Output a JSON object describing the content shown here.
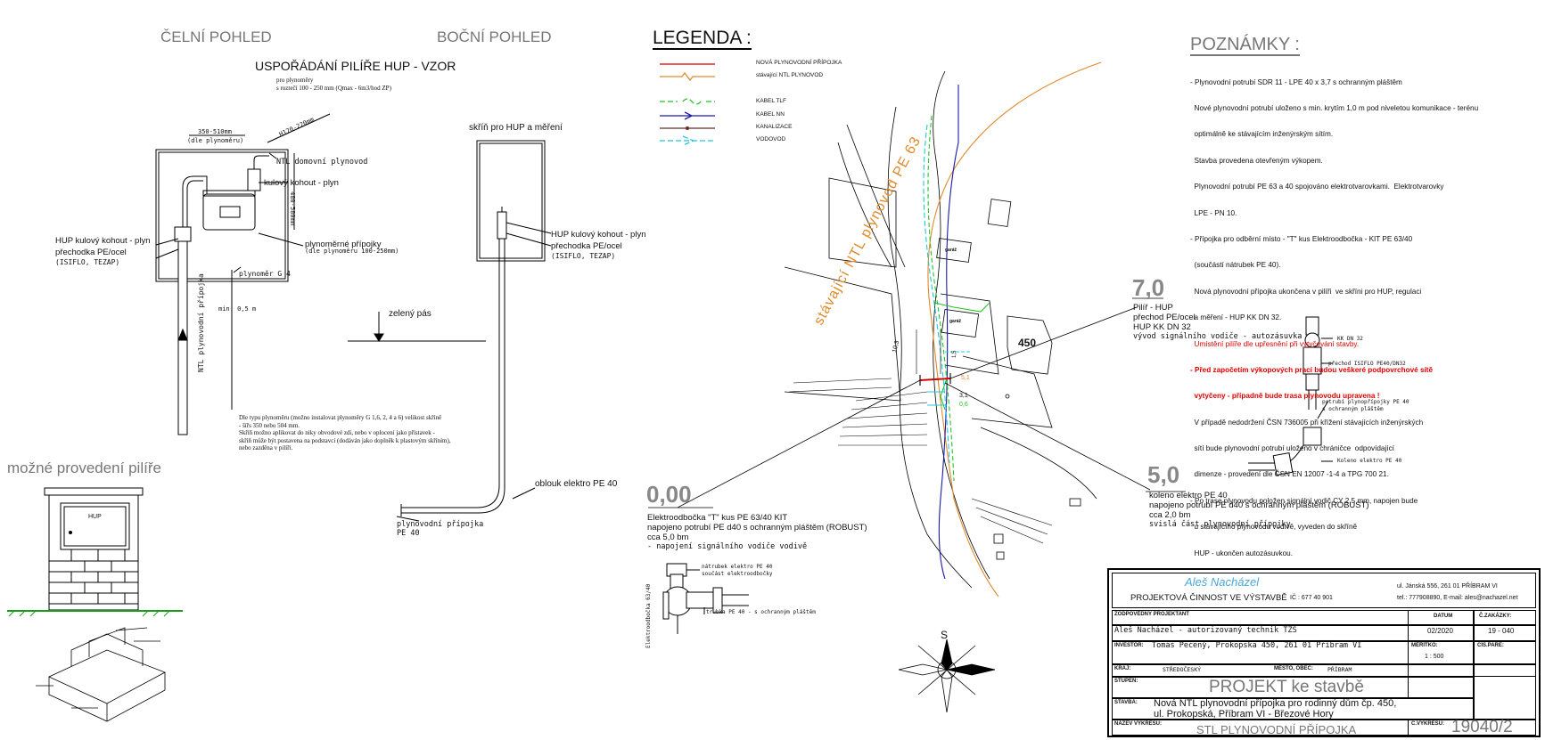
{
  "views": {
    "front": "ČELNÍ POHLED",
    "side": "BOČNÍ POHLED",
    "pillar_title": "USPOŘÁDÁNÍ PILÍŘE HUP - VZOR",
    "pillar_sub": [
      "pro plynoměry",
      "s roztečí 100 - 250 mm (Qmax - 6m3/hod ZP)"
    ],
    "cabinet": "skříň pro HUP a měření",
    "dim_width": [
      "350-510mm",
      "(dle plynoměru)"
    ],
    "dim_h": "H170-220mm",
    "dim_v": "480-580mm",
    "ntl_domovni": "NTL domovní plynovod",
    "kulovy": "kulový kohout - plyn",
    "hup_kulovy": "HUP kulový kohout - plyn",
    "prechodka": "přechodka PE/ocel",
    "isiflo": "(ISIFLO, TEZAP)",
    "pripojky": [
      "plynoměrné přípojky",
      "(dle plynoměru 100-250mm)"
    ],
    "plynomer": "plynoměr G 4",
    "min": "min. 0,5 m",
    "ntl_vert": "NTL plynovodní přípojka",
    "side_hup": "HUP kulový kohout - plyn",
    "side_prech": "přechodka PE/ocel",
    "side_isiflo": "(ISIFLO, TEZAP)",
    "zeleny": "zelený pás",
    "oblouk": "oblouk elektro PE 40",
    "plyn_prip": [
      "plynovodní přípojka",
      "PE 40"
    ],
    "note_small": [
      "Dle typu plynoměru (možno instalovat plynoměry G 1,6, 2, 4 a 6) velikost skříně",
      "- šířs 350 nebo 504 mm.",
      "Skříň možno aplikovat do niky obvodové zdi, nebo v oplocení jako přístavek -",
      "skříň může být postavena na podstavci (dodáván jako doplněk k plastovým skříním),",
      "nebo zazděna v pilíři."
    ],
    "mozne": "možné provedení pilíře",
    "hup_label": "HUP"
  },
  "legend": {
    "title": "LEGENDA :",
    "items": [
      {
        "label": "NOVÁ PLYNOVODNÍ PŘÍPOJKA",
        "color": "#d40000"
      },
      {
        "label": "stávající NTL PLYNOVOD",
        "color": "#e08a2a"
      },
      {
        "label": "KABEL TLF",
        "color": "#22c322"
      },
      {
        "label": "KABEL NN",
        "color": "#1a1aa8"
      },
      {
        "label": "KANALIZACE",
        "color": "#6b2a2a"
      },
      {
        "label": "VODOVOD",
        "color": "#22c8d8"
      }
    ]
  },
  "map": {
    "pipeline_label": "stávající NTL plynovod PE 63",
    "garaz1": "garáž",
    "garaz2": "garáž",
    "house": "450",
    "d1": "10,3",
    "d2": "1,5",
    "d3": "5,1",
    "d4": "3,1",
    "d5": "0,6"
  },
  "callouts": {
    "c0_value": "0,00",
    "c0_lines": [
      "Elektroodbočka \"T\" kus PE 63/40 KIT",
      "napojeno potrubí PE d40 s ochranným pláštěm (ROBUST)",
      "cca 5,0 bm",
      "- napojení signálního vodiče vodivě"
    ],
    "c7_value": "7,0",
    "c7_lines": [
      "Pilíř - HUP",
      "přechod PE/ocel",
      "HUP KK DN 32",
      "vývod signálního vodiče - autozásuvka"
    ],
    "c5_value": "5,0",
    "c5_lines": [
      "koleno elektro PE 40",
      "napojeno potrubí PE d40 s ochranným pláštěm (ROBUST)",
      "cca 2,0 bm",
      "svislá část plynovodní přípojky"
    ],
    "det_natrubek": [
      "nátrubek elektro PE 40",
      "součást elektroodbočky"
    ],
    "det_trubka": "trubka PE 40 - s ochranným pláštěm",
    "det_vert": "Elektroodbočka 63/40",
    "det_kk": "KK DN 32",
    "det_prechod": "přechod ISIFLO PE40/DN32",
    "det_potrubi": [
      "potrubí plynopřípojky PE 40",
      "s ochranným pláštěm"
    ],
    "det_koleno": "Koleno elektro PE 40"
  },
  "notes": {
    "title": "POZNÁMKY :",
    "lines": [
      {
        "text": "- Plynovodní potrubí SDR 11 - LPE 40 x 3,7 s ochranným pláštěm",
        "style": "n"
      },
      {
        "text": "  Nové plynovodní potrubí uloženo s min. krytím 1,0 m pod niveletou komunikace - terénu",
        "style": "n"
      },
      {
        "text": "  optimálně ke stávajícím inženýrským sítím.",
        "style": "n"
      },
      {
        "text": "  Stavba provedena otevřeným výkopem.",
        "style": "n"
      },
      {
        "text": "  Plynovodní potrubí PE 63 a 40 spojováno elektrotvarovkami.  Elektrotvarovky",
        "style": "n"
      },
      {
        "text": "  LPE - PN 10.",
        "style": "n"
      },
      {
        "text": "- Přípojka pro odběrní místo - \"T\" kus Elektroodbočka - KIT PE 63/40",
        "style": "n"
      },
      {
        "text": "  (součástí nátrubek PE 40).",
        "style": "n"
      },
      {
        "text": "  Nová plynovodní přípojka ukončena v pilíři  ve skříni pro HUP, regulaci",
        "style": "n"
      },
      {
        "text": "  a měření - HUP KK DN 32.",
        "style": "n"
      },
      {
        "text": "  Umístění pilíře dle upřesnění při vytyčování stavby.",
        "style": "r"
      },
      {
        "text": "- Před započetím výkopových prací budou veškeré podpovrchové sítě",
        "style": "rb"
      },
      {
        "text": "  vytyčeny - případně bude trasa plynovodu upravena !",
        "style": "rb"
      },
      {
        "text": "  V případě nedodržení ČSN 736005 při křížení stávajících inženýrských",
        "style": "n"
      },
      {
        "text": "  sítí bude plynovodní potrubí uloženo v chráničce  odpovídající",
        "style": "n"
      },
      {
        "text": "  dimenze - provedení dle ČSN EN 12007 -1-4 a TPG 700 21.",
        "style": "n"
      },
      {
        "text": "- Po trase plynovodu položen signální vodič CY 2,5 mm, napojen bude",
        "style": "n"
      },
      {
        "text": "  u stávajícího plynovodu vodivě, vyveden do skříně",
        "style": "n"
      },
      {
        "text": "  HUP - ukončen autozásuvkou.",
        "style": "n"
      }
    ]
  },
  "titleblock": {
    "company": "Aleš Nacházel",
    "activity": "PROJEKTOVÁ ČINNOST VE VÝSTAVBĚ",
    "ic": "IČ : 677 40 901",
    "address": "ul. Jánská 556, 261 01 PŘÍBRAM VI",
    "contact": "tel.: 777908890, E-mail: ales@nachazel.net",
    "zodp_label": "ZODPOVĚDNÝ PROJEKTANT",
    "zodp": "Aleš Nacházel - autorizovaný technik TZS",
    "datum_label": "DATUM",
    "datum": "02/2020",
    "zakazka_label": "Č.ZAKÁZKY:",
    "zakazka": "19 - 040",
    "investor_label": "INVESTOR:",
    "investor": "Tomáš Pečený, Prokopská 450, 261 01 Příbram VI",
    "meritko_label": "MĚŘÍTKO:",
    "meritko": "1 : 500",
    "cispare_label": "ČÍS.PARE:",
    "kraj_label": "KRAJ:",
    "kraj": "STŘEDOČESKÝ",
    "misto_label": "MĚSTO, OBEC:",
    "misto": "PŘÍBRAM",
    "stupen_label": "STUPEŇ:",
    "stupen": "PROJEKT ke stavbě",
    "stavba_label": "STAVBA:",
    "stavba": [
      "Nová NTL plynovodní přípojka pro rodinný dům čp. 450,",
      "ul. Prokopská, Příbram VI - Březové Hory"
    ],
    "nazev_label": "NÁZEV VÝKRESU:",
    "nazev": "STL PLYNOVODNÍ PŘÍPOJKA",
    "cvykresu_label": "Č.VÝKRESU:",
    "cvykresu": "19040/2"
  },
  "north": "S"
}
